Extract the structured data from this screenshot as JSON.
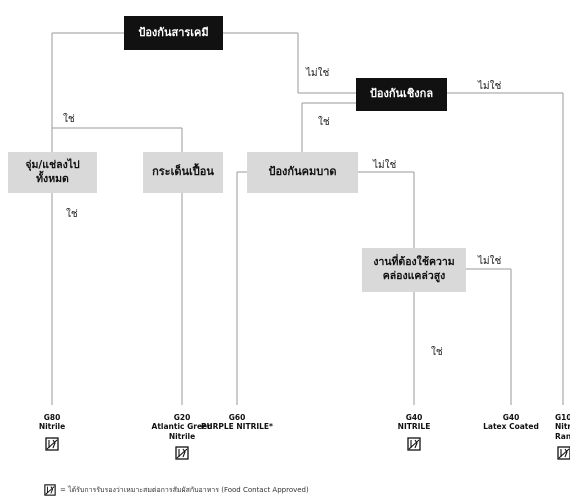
{
  "nodes": {
    "chemical": "ป้องกันสารเคมี",
    "mechanical": "ป้องกันเชิงกล",
    "immerse": "จุ่ม/แช่ลงไป ทั้งหมด",
    "splash": "กระเด็นเปื้อน",
    "sharp": "ป้องกันคมบาด",
    "dexterity": "งานที่ต้องใช้ความ คล่องแคล่วสูง"
  },
  "edge_labels": {
    "chemical_no": "ไม่ใช่",
    "mechanical_no": "ไม่ใช่",
    "chemical_yes": "ใช่",
    "immerse_yes": "ใช่",
    "mechanical_yes": "ใช่",
    "sharp_no": "ไม่ใช่",
    "dexterity_no": "ไม่ใช่",
    "dexterity_yes": "ใช่"
  },
  "leaves": [
    {
      "code": "G80",
      "name": "Nitrile",
      "food_safe": true
    },
    {
      "code": "G20",
      "name": "Atlantic Green Nitrile",
      "food_safe": true
    },
    {
      "code": "G60",
      "name": "PURPLE NITRILE*",
      "food_safe": false
    },
    {
      "code": "G40",
      "name": "NITRILE",
      "food_safe": true
    },
    {
      "code": "G40",
      "name": "Latex Coated",
      "food_safe": false
    },
    {
      "code": "G10",
      "name": "Nitrile Range",
      "food_safe": true
    }
  ],
  "footnote": "= ได้รับการรับรองว่าเหมาะสมต่อการสัมผัสกับอาหาร (Food Contact Approved)"
}
